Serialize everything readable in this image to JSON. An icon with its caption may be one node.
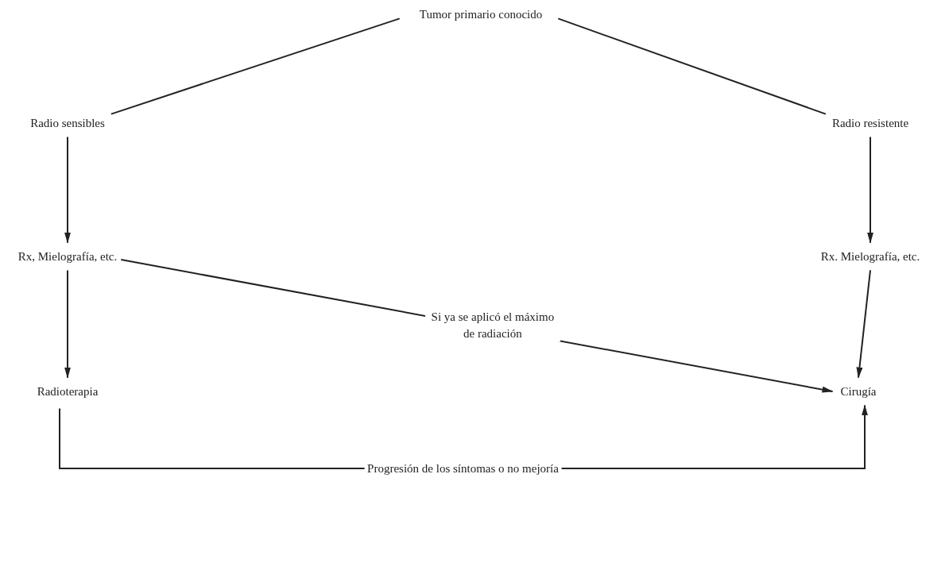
{
  "diagram": {
    "nodes": [
      {
        "text": [
          "Tumor primario conocido"
        ]
      },
      {
        "text": [
          "Radio sensibles"
        ]
      },
      {
        "text": [
          "Radio resistente"
        ]
      },
      {
        "text": [
          "Rx, Mielografía, etc."
        ]
      },
      {
        "text": [
          "Rx. Mielografía, etc."
        ]
      },
      {
        "text": [
          "Radioterapia"
        ]
      },
      {
        "text": [
          "Cirugía"
        ]
      }
    ],
    "edges": [
      {
        "from": 0,
        "to": 1,
        "arrow": "none"
      },
      {
        "from": 0,
        "to": 2,
        "arrow": "none"
      },
      {
        "from": 1,
        "to": 3,
        "arrow": "to"
      },
      {
        "from": 2,
        "to": 4,
        "arrow": "to"
      },
      {
        "from": 3,
        "to": 5,
        "arrow": "to"
      },
      {
        "from": 4,
        "to": 6,
        "arrow": "to"
      },
      {
        "from": 3,
        "to": 6,
        "arrow": "to",
        "label": "Si ya se aplicó el máximo de radiación"
      },
      {
        "from": 5,
        "to": 6,
        "arrow": "to",
        "label": "Progresión de los síntomas o no mejoría"
      }
    ]
  }
}
